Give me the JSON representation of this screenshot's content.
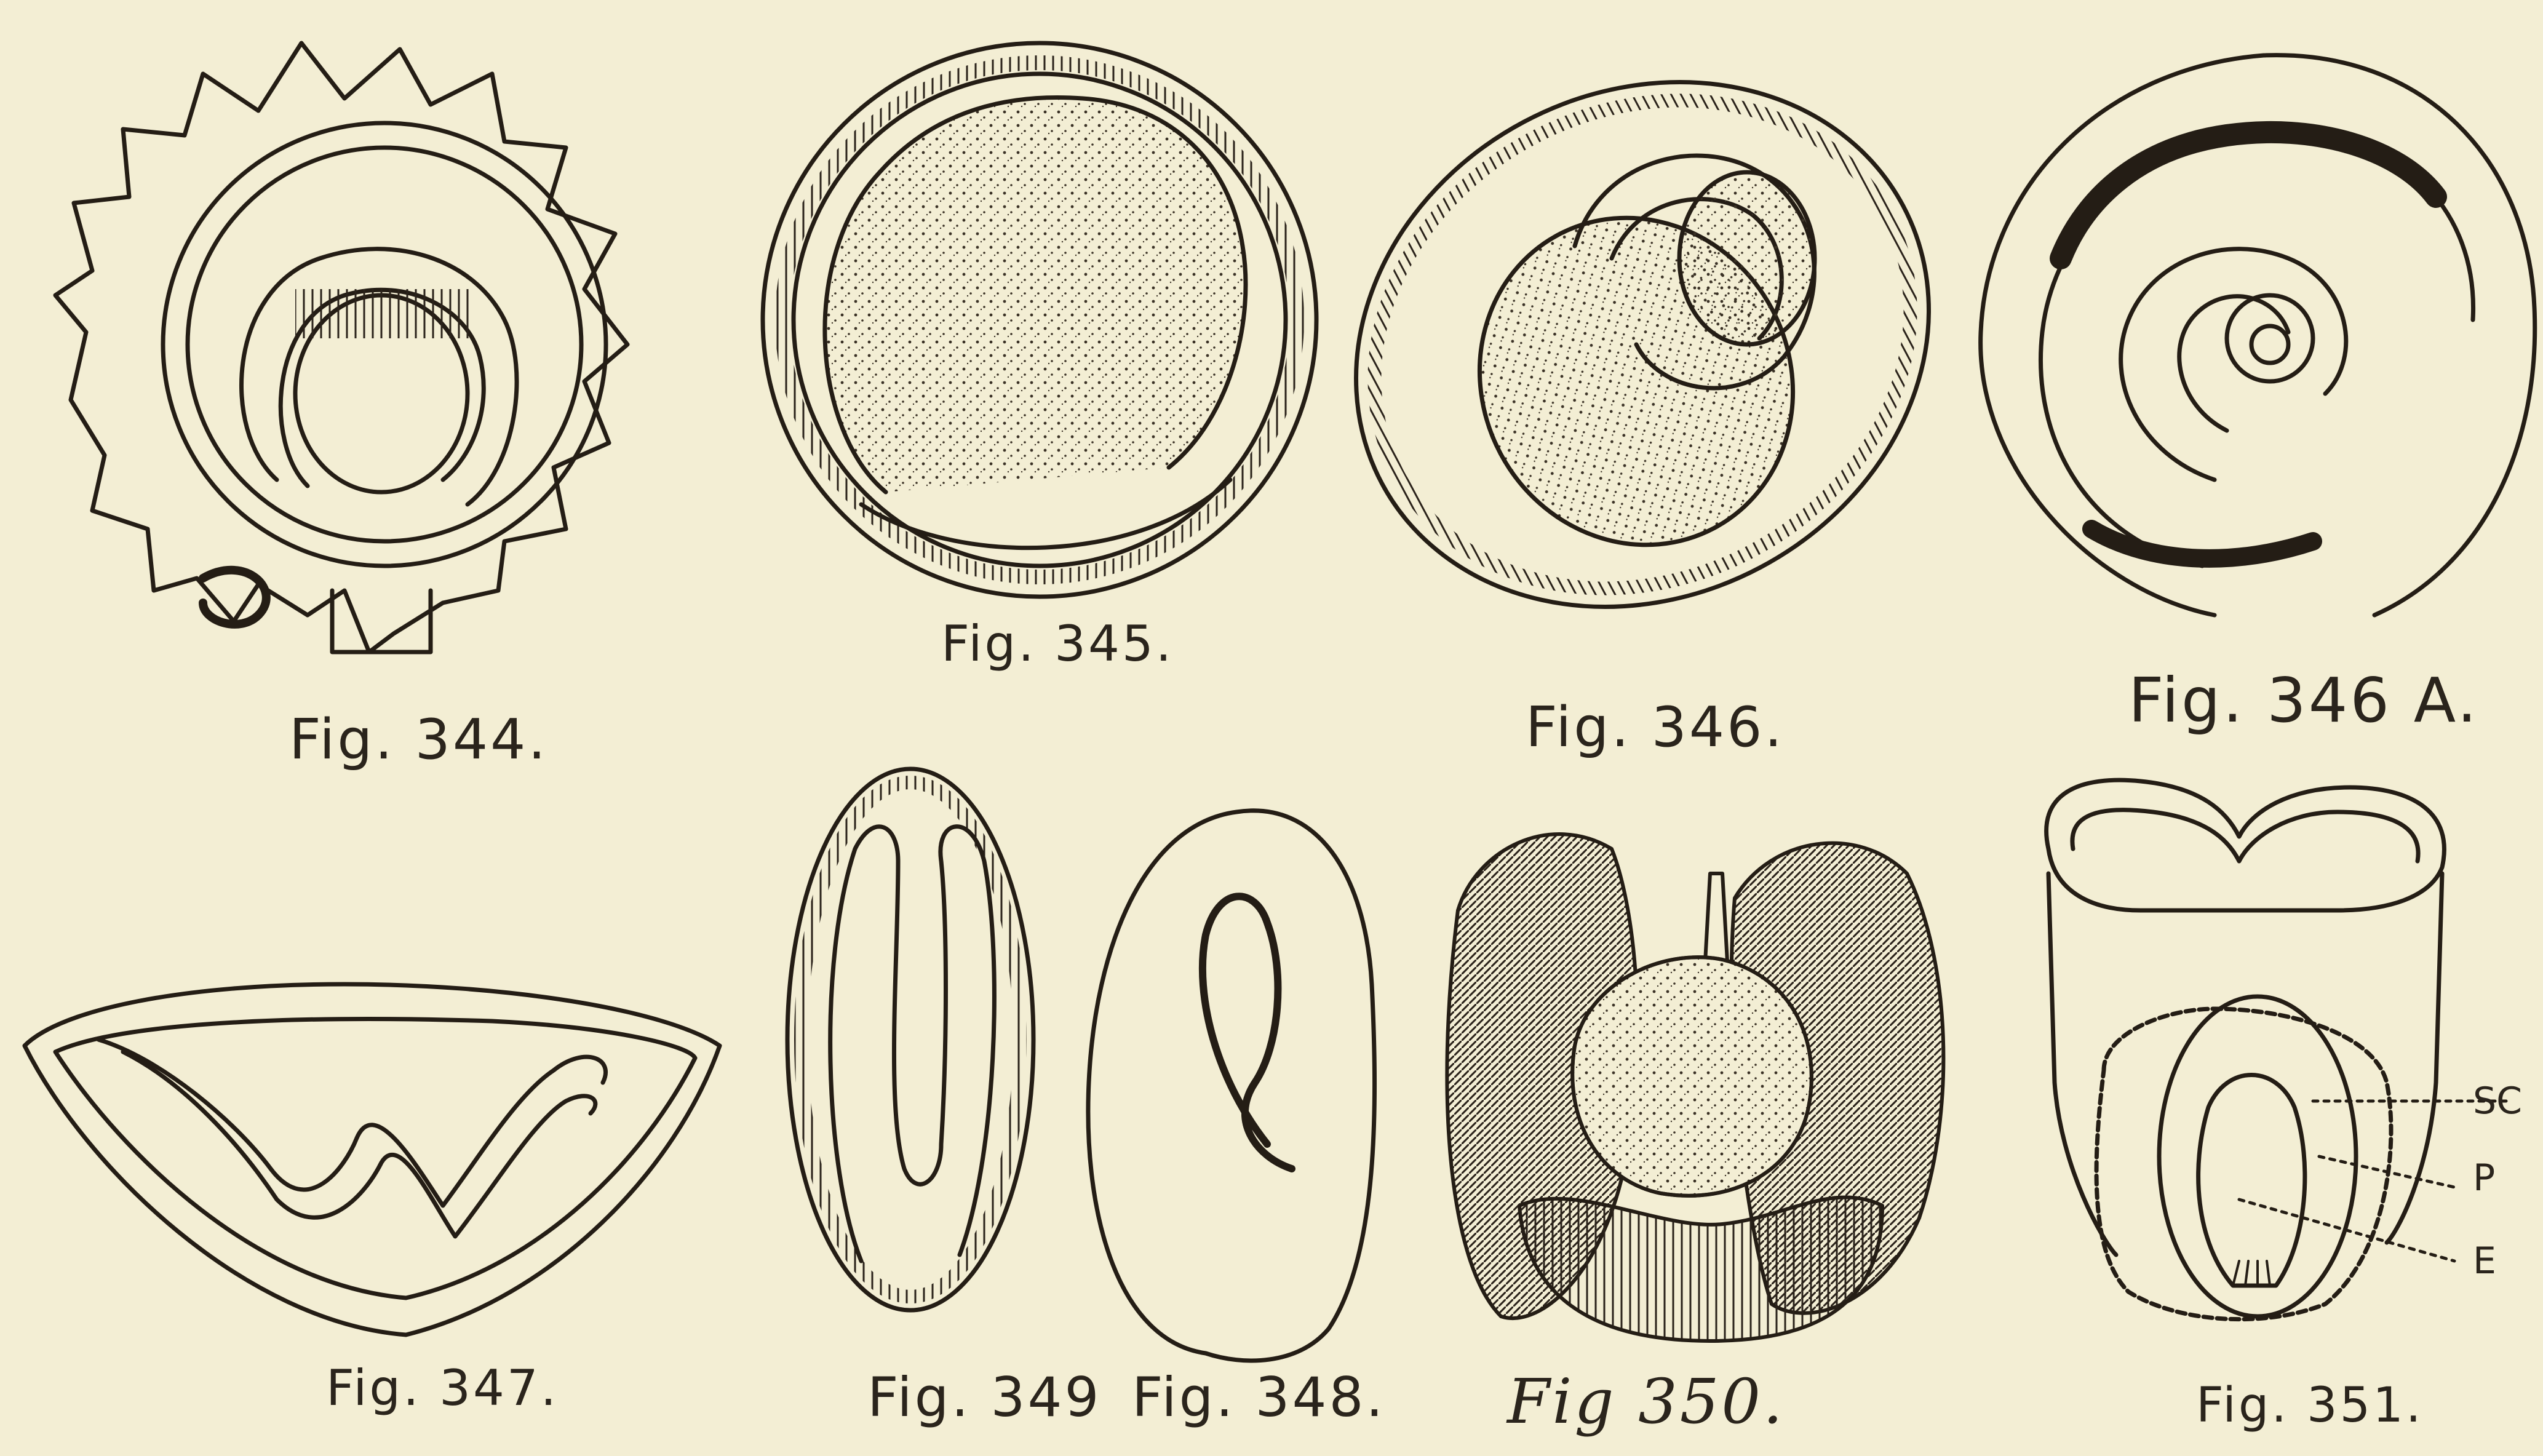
{
  "figures": [
    {
      "id": "344",
      "caption": "Fig. 344."
    },
    {
      "id": "345",
      "caption": "Fig. 345."
    },
    {
      "id": "346",
      "caption": "Fig. 346."
    },
    {
      "id": "346A",
      "caption": "Fig. 346 A."
    },
    {
      "id": "347",
      "caption": "Fig. 347."
    },
    {
      "id": "349",
      "caption": "Fig. 349"
    },
    {
      "id": "348",
      "caption": "Fig. 348."
    },
    {
      "id": "350",
      "caption": "Fig 350."
    },
    {
      "id": "351",
      "caption": "Fig. 351."
    }
  ],
  "labels_351": {
    "sc": "SC",
    "p": "P",
    "e": "E"
  },
  "colors": {
    "paper": "#f3eed4",
    "ink": "#241d15"
  }
}
